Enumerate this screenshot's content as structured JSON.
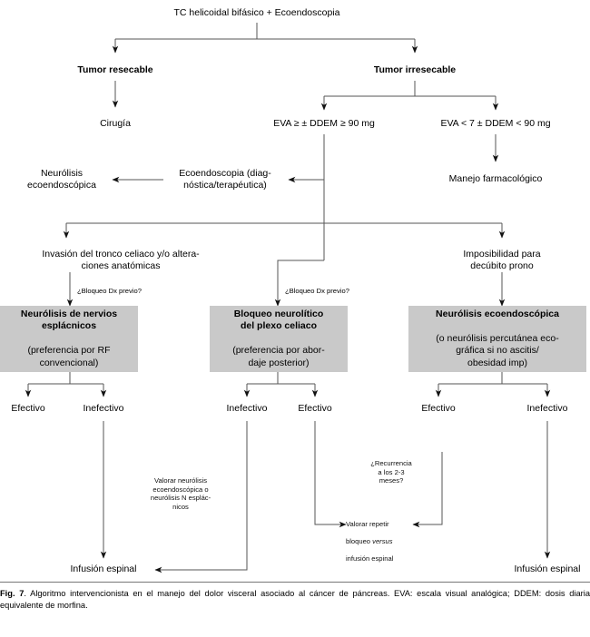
{
  "figure": {
    "type": "flowchart",
    "language": "es",
    "caption_label": "Fig. 7",
    "caption_text": ". Algoritmo intervencionista en el manejo del dolor visceral asociado al cáncer de páncreas. EVA: escala visual analógica; DDEM: dosis diaria equivalente de morfina.",
    "box_fill": "#c9c9c9",
    "line_color": "#555555"
  },
  "nodes": {
    "root": "TC helicoidal bifásico + Ecoendoscopia",
    "resectable": "Tumor resecable",
    "irresectable": "Tumor irresecable",
    "surgery": "Cirugía",
    "eva_high": "EVA ≥ ± DDEM ≥ 90 mg",
    "eva_low": "EVA < 7 ± DDEM < 90 mg",
    "neurolisis_eco": "Neurólisis\necoendoscópica",
    "ecoendoscopia": "Ecoendoscopia (diag-\nnóstica/terapéutica)",
    "manejo_farm": "Manejo farmacológico",
    "invasion": "Invasión del tronco celiaco y/o altera-\nciones anatómicas",
    "imposibilidad": "Imposibilidad para\ndecúbito prono",
    "bloqueo_dx_1": "¿Bloqueo Dx previo?",
    "bloqueo_dx_2": "¿Bloqueo Dx previo?",
    "infusion_left": "Infusión espinal",
    "infusion_right": "Infusión espinal"
  },
  "gray_boxes": [
    {
      "id": "box-neurolisis-esplacnicos",
      "bold_lines": "Neurólisis de nervios\nesplácnicos",
      "plain_lines": "(preferencia por RF\nconvencional)"
    },
    {
      "id": "box-bloqueo-plexo-celiaco",
      "bold_lines": "Bloqueo neurolítico\ndel plexo celiaco",
      "plain_lines": "(preferencia por abor-\ndaje posterior)"
    },
    {
      "id": "box-neurolisis-ecoendoscopica",
      "bold_lines": "Neurólisis ecoendoscópica",
      "plain_lines": "(o neurólisis percutánea eco-\ngráfica si no ascitis/\nobesidad imp)"
    }
  ],
  "outcomes": {
    "b1_left": "Efectivo",
    "b1_right": "Inefectivo",
    "b2_left": "Inefectivo",
    "b2_right": "Efectivo",
    "b3_left": "Efectivo",
    "b3_right": "Inefectivo"
  },
  "annotations": {
    "valorar_neurolisis": "Valorar neurólisis\necoendoscópica o\nneurólisis N esplác-\nnicos",
    "recurrencia": "¿Recurrencia\na los 2-3\nmeses?",
    "valorar_repetir_1": "Valorar repetir",
    "valorar_repetir_2a": "bloqueo ",
    "valorar_repetir_2b": "versus",
    "valorar_repetir_3": "infusión espinal"
  }
}
